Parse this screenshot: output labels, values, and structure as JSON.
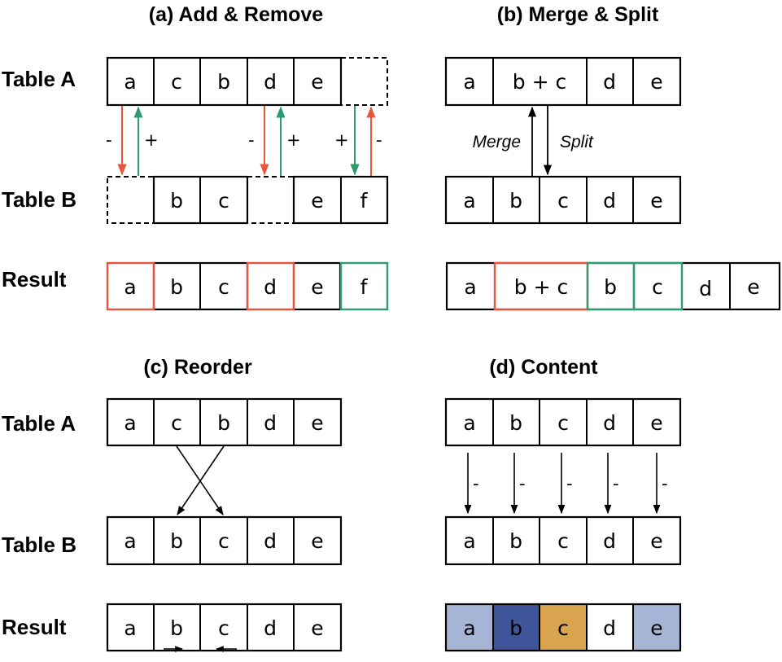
{
  "colors": {
    "remove": "#e8553a",
    "add": "#2e9a6e",
    "content_light": "#a6b4d6",
    "content_dark": "#3f559a",
    "content_gold": "#d9a44f",
    "stroke": "#000000"
  },
  "panels": {
    "a": {
      "title": "(a) Add & Remove",
      "labels": {
        "table_a": "Table A",
        "table_b": "Table B",
        "result": "Result"
      },
      "table_a": [
        "a",
        "c",
        "b",
        "d",
        "e",
        ""
      ],
      "table_b": [
        "",
        "b",
        "c",
        "",
        "e",
        "f"
      ],
      "result": [
        "a",
        "b",
        "c",
        "d",
        "e",
        "f"
      ],
      "signs": {
        "minus": "-",
        "plus": "+"
      }
    },
    "b": {
      "title": "(b) Merge & Split",
      "table_a": [
        "a",
        "b + c",
        "d",
        "e"
      ],
      "table_b": [
        "a",
        "b",
        "c",
        "d",
        "e"
      ],
      "result": [
        "a",
        "b + c",
        "b",
        "c",
        "d",
        "e"
      ],
      "merge_label": "Merge",
      "split_label": "Split"
    },
    "c": {
      "title": "(c) Reorder",
      "labels": {
        "table_a": "Table A",
        "table_b": "Table B",
        "result": "Result"
      },
      "table_a": [
        "a",
        "c",
        "b",
        "d",
        "e"
      ],
      "table_b": [
        "a",
        "b",
        "c",
        "d",
        "e"
      ],
      "result": [
        "a",
        "b",
        "c",
        "d",
        "e"
      ]
    },
    "d": {
      "title": "(d) Content",
      "table_a": [
        "a",
        "b",
        "c",
        "d",
        "e"
      ],
      "table_b": [
        "a",
        "b",
        "c",
        "d",
        "e"
      ],
      "result": [
        "a",
        "b",
        "c",
        "d",
        "e"
      ],
      "change_mark": "-"
    }
  }
}
